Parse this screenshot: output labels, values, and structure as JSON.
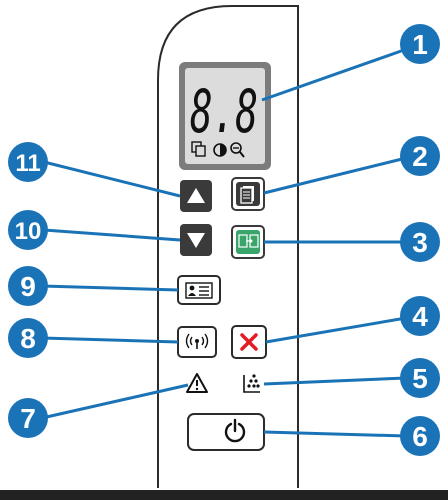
{
  "display": {
    "readout": "8.8",
    "status_icons": [
      "copies-icon",
      "contrast-icon",
      "zoom-icon"
    ]
  },
  "callouts": [
    {
      "number": "1"
    },
    {
      "number": "2"
    },
    {
      "number": "3"
    },
    {
      "number": "4"
    },
    {
      "number": "5"
    },
    {
      "number": "6"
    },
    {
      "number": "7"
    },
    {
      "number": "8"
    },
    {
      "number": "9"
    },
    {
      "number": "10"
    },
    {
      "number": "11"
    }
  ],
  "buttons": {
    "up": {
      "icon": "up-arrow-icon"
    },
    "down": {
      "icon": "down-arrow-icon"
    },
    "copy_menu": {
      "icon": "copy-menu-icon"
    },
    "start_copy": {
      "icon": "start-copy-icon"
    },
    "id_copy": {
      "icon": "id-card-icon"
    },
    "wireless": {
      "icon": "wireless-icon"
    },
    "cancel": {
      "icon": "cancel-x-icon"
    },
    "power": {
      "icon": "power-icon"
    }
  },
  "indicators": {
    "attention": {
      "icon": "attention-warning-icon"
    },
    "ink": {
      "icon": "ink-alert-icon"
    }
  },
  "colors": {
    "callout_blue": "#1a73b6",
    "cancel_red": "#e31b23",
    "dark_button": "#3a3a3a",
    "start_green": "#3aa56b",
    "lcd_bezel": "#7c7c7c",
    "lcd_face": "#dcdcdc"
  }
}
